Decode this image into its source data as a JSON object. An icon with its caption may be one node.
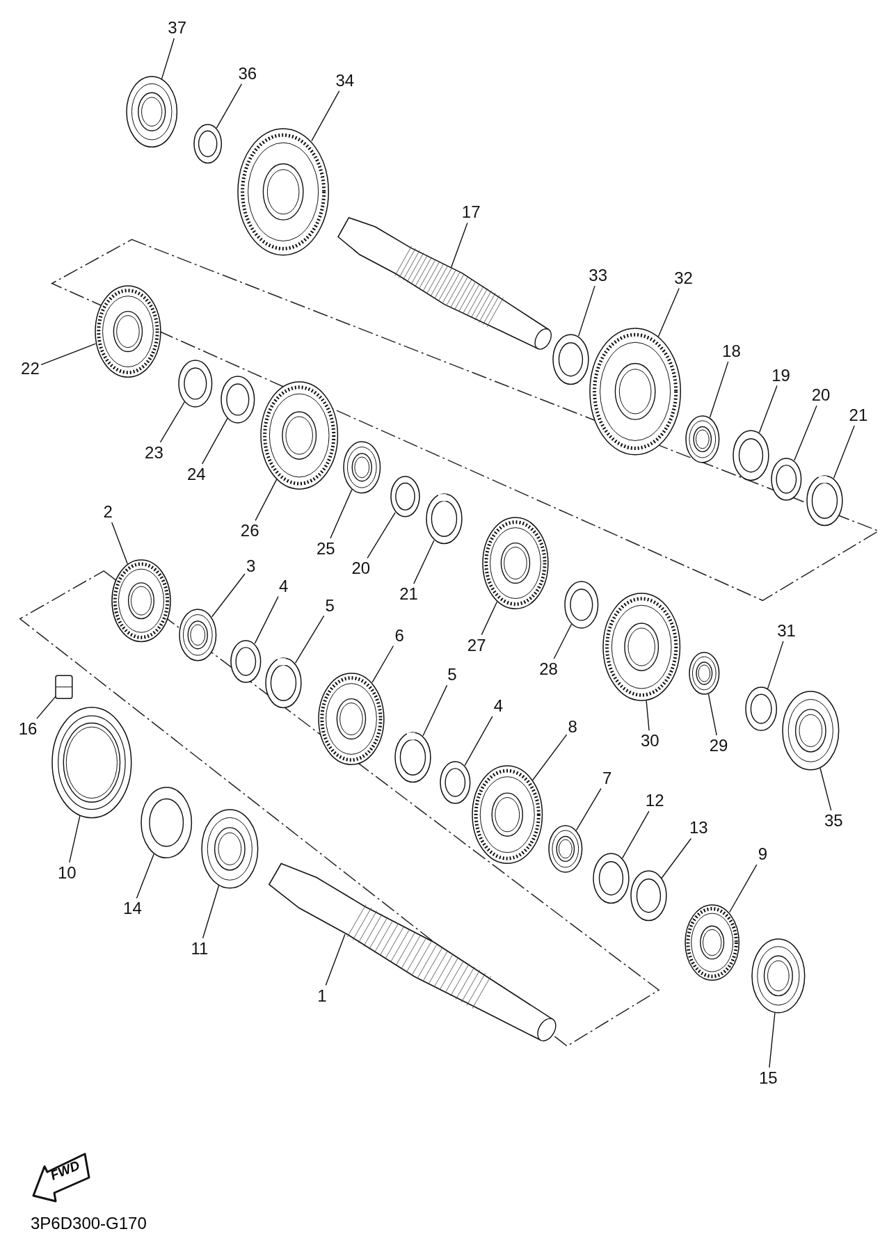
{
  "diagram": {
    "nodes": [
      {
        "text": [
          "37"
        ]
      },
      {
        "text": [
          "36"
        ]
      },
      {
        "text": [
          "34"
        ]
      },
      {
        "text": [
          "17"
        ]
      },
      {
        "text": [
          "22"
        ]
      },
      {
        "text": [
          "33"
        ]
      },
      {
        "text": [
          "32"
        ]
      },
      {
        "text": [
          "18"
        ]
      },
      {
        "text": [
          "19"
        ]
      },
      {
        "text": [
          "20"
        ]
      },
      {
        "text": [
          "21"
        ]
      },
      {
        "text": [
          "23"
        ]
      },
      {
        "text": [
          "24"
        ]
      },
      {
        "text": [
          "26"
        ]
      },
      {
        "text": [
          "25"
        ]
      },
      {
        "text": [
          "20"
        ]
      },
      {
        "text": [
          "21"
        ]
      },
      {
        "text": [
          "2"
        ]
      },
      {
        "text": [
          "3"
        ]
      },
      {
        "text": [
          "4"
        ]
      },
      {
        "text": [
          "5"
        ]
      },
      {
        "text": [
          "27"
        ]
      },
      {
        "text": [
          "28"
        ]
      },
      {
        "text": [
          "6"
        ]
      },
      {
        "text": [
          "5"
        ]
      },
      {
        "text": [
          "4"
        ]
      },
      {
        "text": [
          "8"
        ]
      },
      {
        "text": [
          "30"
        ]
      },
      {
        "text": [
          "29"
        ]
      },
      {
        "text": [
          "31"
        ]
      },
      {
        "text": [
          "35"
        ]
      },
      {
        "text": [
          "16"
        ]
      },
      {
        "text": [
          "10"
        ]
      },
      {
        "text": [
          "14"
        ]
      },
      {
        "text": [
          "11"
        ]
      },
      {
        "text": [
          "1"
        ]
      },
      {
        "text": [
          "7"
        ]
      },
      {
        "text": [
          "12"
        ]
      },
      {
        "text": [
          "13"
        ]
      },
      {
        "text": [
          "9"
        ]
      },
      {
        "text": [
          "15"
        ]
      },
      {
        "text": [],
        "shape": "picture"
      },
      {
        "text": [],
        "shape": "picture"
      },
      {
        "text": [],
        "shape": "picture"
      },
      {
        "text": [],
        "shape": "picture"
      },
      {
        "text": [],
        "shape": "picture"
      },
      {
        "text": [],
        "shape": "picture"
      },
      {
        "text": [],
        "shape": "picture"
      },
      {
        "text": [],
        "shape": "picture"
      },
      {
        "text": [],
        "shape": "picture"
      },
      {
        "text": [],
        "shape": "picture"
      },
      {
        "text": [],
        "shape": "picture"
      },
      {
        "text": [],
        "shape": "picture"
      },
      {
        "text": [],
        "shape": "picture"
      },
      {
        "text": [],
        "shape": "picture"
      },
      {
        "text": [],
        "shape": "picture"
      },
      {
        "text": [],
        "shape": "picture"
      },
      {
        "text": [],
        "shape": "picture"
      },
      {
        "text": [],
        "shape": "picture"
      },
      {
        "text": [],
        "shape": "picture"
      },
      {
        "text": [],
        "shape": "picture"
      },
      {
        "text": [],
        "shape": "picture"
      },
      {
        "text": [],
        "shape": "picture"
      },
      {
        "text": [],
        "shape": "picture"
      },
      {
        "text": [],
        "shape": "picture"
      },
      {
        "text": [],
        "shape": "picture"
      },
      {
        "text": [],
        "shape": "picture"
      },
      {
        "text": [],
        "shape": "picture"
      },
      {
        "text": [],
        "shape": "picture"
      },
      {
        "text": [],
        "shape": "picture"
      },
      {
        "text": [],
        "shape": "picture"
      },
      {
        "text": [],
        "shape": "picture"
      },
      {
        "text": [],
        "shape": "picture"
      },
      {
        "text": [],
        "shape": "picture"
      },
      {
        "text": [],
        "shape": "picture"
      },
      {
        "text": [],
        "shape": "picture"
      },
      {
        "text": [],
        "shape": "picture"
      },
      {
        "text": [],
        "shape": "picture"
      },
      {
        "text": [],
        "shape": "picture"
      },
      {
        "text": [],
        "shape": "picture"
      },
      {
        "text": [],
        "shape": "picture"
      },
      {
        "text": [],
        "shape": "picture"
      }
    ],
    "edges": [
      {
        "from": 0,
        "to": 41,
        "arrow": "none"
      },
      {
        "from": 1,
        "to": 42,
        "arrow": "none"
      },
      {
        "from": 2,
        "to": 43,
        "arrow": "none"
      },
      {
        "from": 3,
        "to": 44,
        "arrow": "none"
      },
      {
        "from": 4,
        "to": 45,
        "arrow": "none"
      },
      {
        "from": 5,
        "to": 46,
        "arrow": "none"
      },
      {
        "from": 6,
        "to": 47,
        "arrow": "none"
      },
      {
        "from": 7,
        "to": 48,
        "arrow": "none"
      },
      {
        "from": 8,
        "to": 49,
        "arrow": "none"
      },
      {
        "from": 9,
        "to": 50,
        "arrow": "none"
      },
      {
        "from": 10,
        "to": 51,
        "arrow": "none"
      },
      {
        "from": 11,
        "to": 52,
        "arrow": "none"
      },
      {
        "from": 12,
        "to": 53,
        "arrow": "none"
      },
      {
        "from": 13,
        "to": 54,
        "arrow": "none"
      },
      {
        "from": 14,
        "to": 55,
        "arrow": "none"
      },
      {
        "from": 15,
        "to": 56,
        "arrow": "none"
      },
      {
        "from": 16,
        "to": 57,
        "arrow": "none"
      },
      {
        "from": 17,
        "to": 58,
        "arrow": "none"
      },
      {
        "from": 18,
        "to": 59,
        "arrow": "none"
      },
      {
        "from": 19,
        "to": 60,
        "arrow": "none"
      },
      {
        "from": 20,
        "to": 61,
        "arrow": "none"
      },
      {
        "from": 21,
        "to": 62,
        "arrow": "none"
      },
      {
        "from": 22,
        "to": 63,
        "arrow": "none"
      },
      {
        "from": 23,
        "to": 64,
        "arrow": "none"
      },
      {
        "from": 24,
        "to": 65,
        "arrow": "none"
      },
      {
        "from": 25,
        "to": 66,
        "arrow": "none"
      },
      {
        "from": 26,
        "to": 67,
        "arrow": "none"
      },
      {
        "from": 27,
        "to": 68,
        "arrow": "none"
      },
      {
        "from": 28,
        "to": 69,
        "arrow": "none"
      },
      {
        "from": 29,
        "to": 70,
        "arrow": "none"
      },
      {
        "from": 30,
        "to": 71,
        "arrow": "none"
      },
      {
        "from": 31,
        "to": 72,
        "arrow": "none"
      },
      {
        "from": 32,
        "to": 73,
        "arrow": "none"
      },
      {
        "from": 33,
        "to": 74,
        "arrow": "none"
      },
      {
        "from": 34,
        "to": 75,
        "arrow": "none"
      },
      {
        "from": 35,
        "to": 76,
        "arrow": "none"
      },
      {
        "from": 36,
        "to": 77,
        "arrow": "none"
      },
      {
        "from": 37,
        "to": 78,
        "arrow": "none"
      },
      {
        "from": 38,
        "to": 79,
        "arrow": "none"
      },
      {
        "from": 39,
        "to": 80,
        "arrow": "none"
      },
      {
        "from": 40,
        "to": 81,
        "arrow": "none"
      }
    ],
    "labels": [
      "FWD",
      "3P6D300-G170"
    ]
  }
}
